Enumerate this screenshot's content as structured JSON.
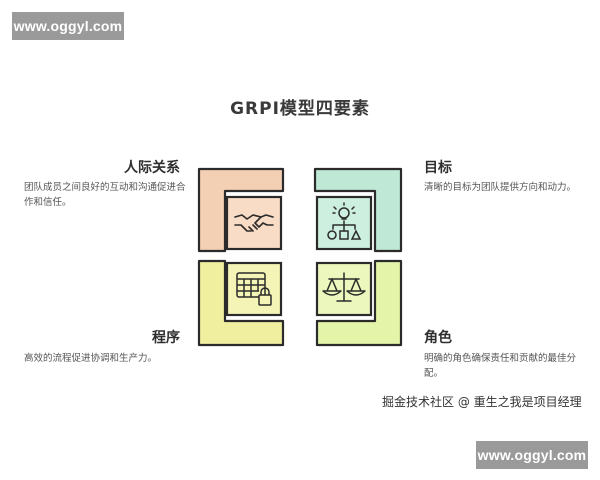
{
  "watermark_top": "www.oggyl.com",
  "watermark_bottom": "www.oggyl.com",
  "title": "GRPI模型四要素",
  "quadrants": {
    "relationships": {
      "heading": "人际关系",
      "text": "团队成员之间良好的互动和沟通促进合作和信任。",
      "icon": "handshake-icon",
      "color": "#f3cfb4"
    },
    "goals": {
      "heading": "目标",
      "text": "清晰的目标为团队提供方向和动力。",
      "icon": "lightbulb-org-chart-icon",
      "color": "#bfe8d6"
    },
    "processes": {
      "heading": "程序",
      "text": "高效的流程促进协调和生产力。",
      "icon": "calendar-lock-icon",
      "color": "#efef9f"
    },
    "roles": {
      "heading": "角色",
      "text": "明确的角色确保责任和贡献的最佳分配。",
      "icon": "scales-icon",
      "color": "#e4f4a8"
    }
  },
  "credit": "掘金技术社区 @ 重生之我是项目经理"
}
